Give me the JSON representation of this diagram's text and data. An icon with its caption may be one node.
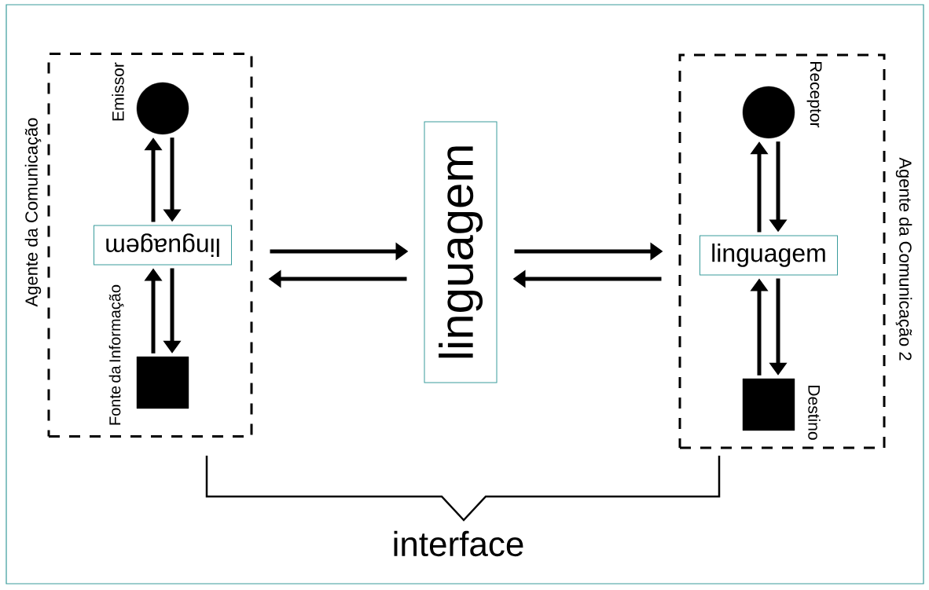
{
  "diagram": {
    "nodes": [
      {
        "text": [
          "Agente da Comunicação"
        ]
      },
      {
        "text": [],
        "shape": "circle",
        "beside": [
          "Emissor"
        ],
        "in": 0
      },
      {
        "text": [
          "linguagem"
        ],
        "in": 0
      },
      {
        "text": [],
        "shape": "box",
        "beside": [
          "Fonte da Informação"
        ],
        "in": 0
      },
      {
        "text": [
          "linguagem"
        ]
      },
      {
        "text": [
          "Agente da Comunicação 2"
        ]
      },
      {
        "text": [],
        "shape": "circle",
        "beside": [
          "Receptor"
        ],
        "in": 5
      },
      {
        "text": [
          "linguagem"
        ],
        "in": 5
      },
      {
        "text": [],
        "shape": "box",
        "beside": [
          "Destino"
        ],
        "in": 5
      }
    ],
    "edges": [
      {
        "from": 2,
        "to": 1,
        "arrow": "to"
      },
      {
        "from": 1,
        "to": 2,
        "arrow": "to"
      },
      {
        "from": 3,
        "to": 2,
        "arrow": "to"
      },
      {
        "from": 2,
        "to": 3,
        "arrow": "to"
      },
      {
        "from": 0,
        "to": 4,
        "arrow": "to"
      },
      {
        "from": 4,
        "to": 0,
        "arrow": "to"
      },
      {
        "from": 4,
        "to": 5,
        "arrow": "to"
      },
      {
        "from": 5,
        "to": 4,
        "arrow": "to"
      },
      {
        "from": 7,
        "to": 6,
        "arrow": "to"
      },
      {
        "from": 6,
        "to": 7,
        "arrow": "to"
      },
      {
        "from": 8,
        "to": 7,
        "arrow": "to"
      },
      {
        "from": 7,
        "to": 8,
        "arrow": "to"
      }
    ],
    "labels": [
      "interface"
    ]
  }
}
